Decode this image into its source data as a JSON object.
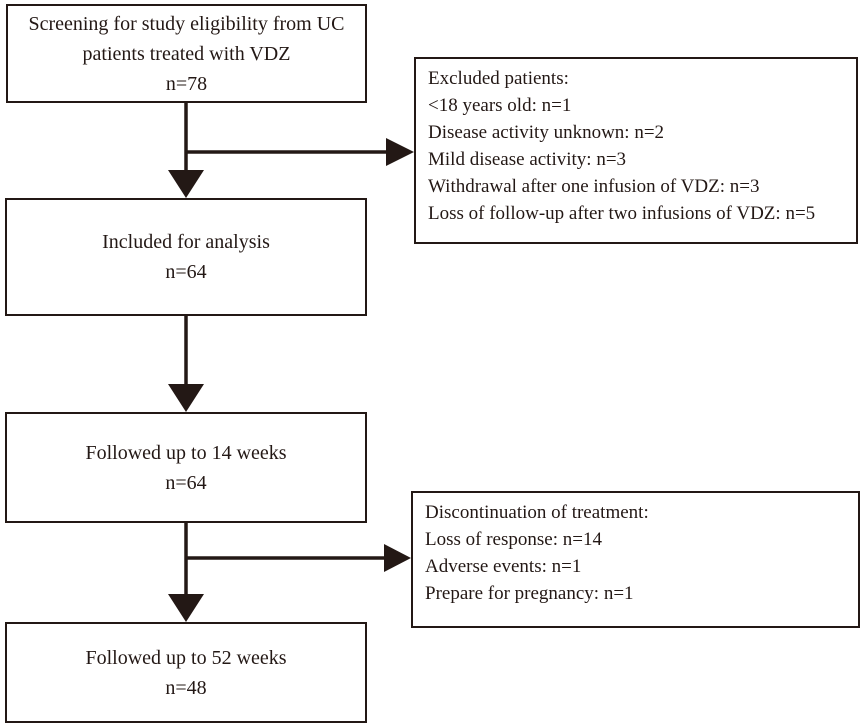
{
  "boxes": {
    "screening": {
      "line1": "Screening for study eligibility from UC",
      "line2": "patients treated with VDZ",
      "count": "n=78"
    },
    "excluded": {
      "title": "Excluded patients:",
      "items": [
        "<18 years old: n=1",
        "Disease activity unknown: n=2",
        "Mild disease activity: n=3",
        "Withdrawal after one infusion of VDZ: n=3",
        "Loss of follow-up after two infusions of VDZ: n=5"
      ]
    },
    "included": {
      "label": "Included for analysis",
      "count": "n=64"
    },
    "week14": {
      "label": "Followed up to 14 weeks",
      "count": "n=64"
    },
    "discontinued": {
      "title": "Discontinuation of treatment:",
      "items": [
        "Loss of response: n=14",
        "Adverse events: n=1",
        "Prepare for pregnancy: n=1"
      ]
    },
    "week52": {
      "label": "Followed up to 52 weeks",
      "count": "n=48"
    }
  }
}
